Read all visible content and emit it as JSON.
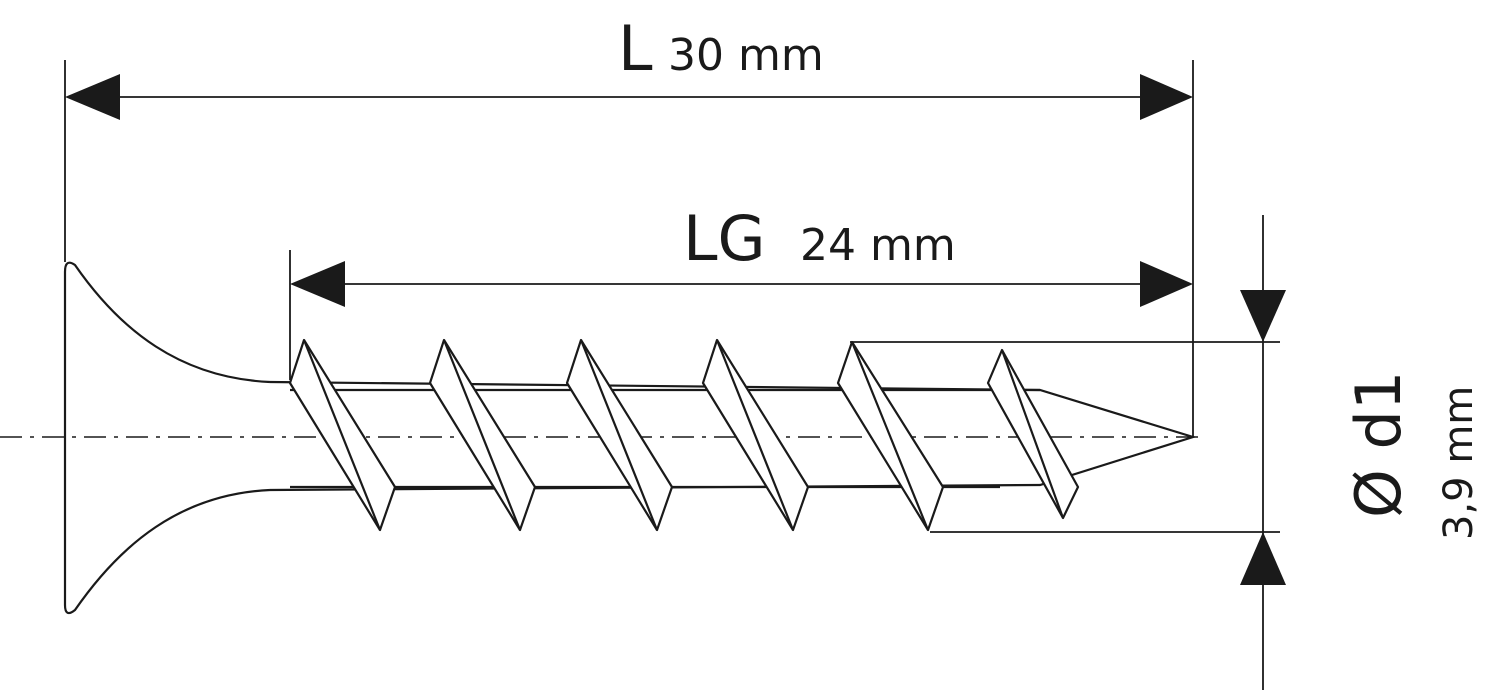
{
  "dimensions": {
    "length": {
      "symbol": "L",
      "value": "30 mm"
    },
    "thread_length": {
      "symbol": "LG",
      "value": "24 mm"
    },
    "diameter": {
      "symbol": "Ø d1",
      "value": "3,9 mm"
    }
  },
  "colors": {
    "line": "#1a1a1a",
    "background": "#ffffff"
  }
}
